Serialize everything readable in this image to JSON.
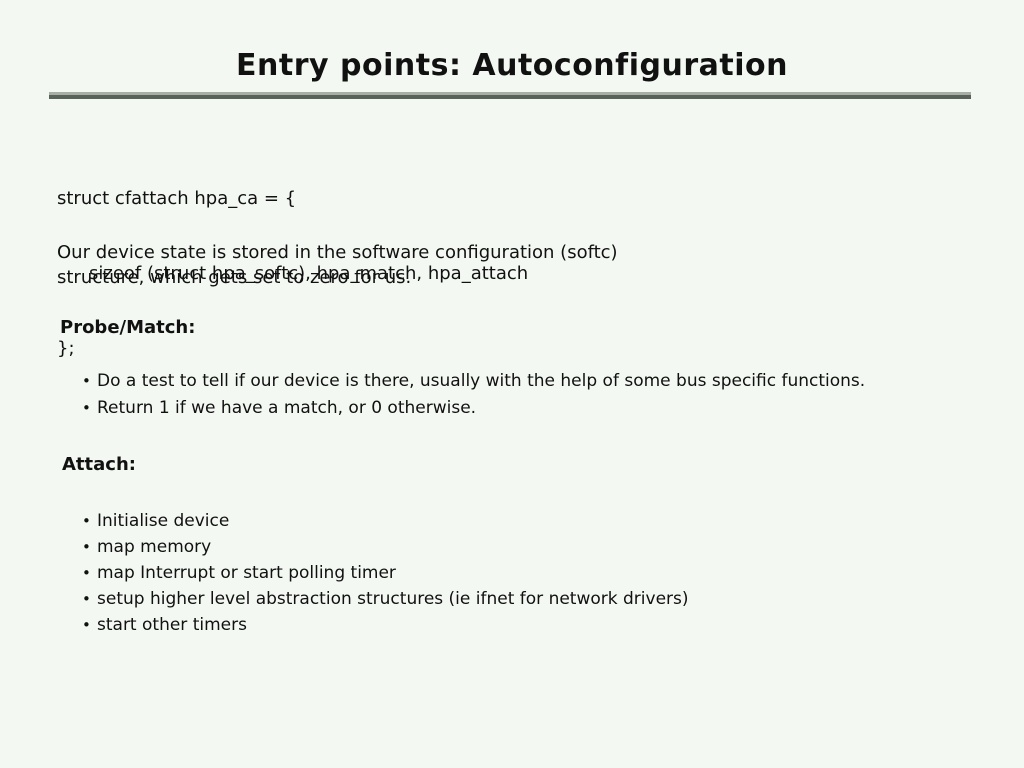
{
  "slide": {
    "title": "Entry points: Autoconfiguration",
    "code": {
      "line1": "struct cfattach hpa_ca = {",
      "line2": "sizeof (struct hpa_softc), hpa_match, hpa_attach",
      "line3": "};"
    },
    "paragraph": {
      "line1": "Our device state is stored in the software configuration (softc)",
      "line2": "structure, which gets set to zero for us."
    },
    "bullet_glyph": "•",
    "sections": [
      {
        "heading": "Probe/Match:",
        "bullets": [
          "Do a test to tell if our device is there, usually with the help of some bus specific functions.",
          "Return 1 if we have a match, or 0 otherwise."
        ]
      },
      {
        "heading": "Attach:",
        "bullets": [
          "Initialise device",
          "map memory",
          "map Interrupt or start polling timer",
          "setup higher level abstraction structures (ie ifnet for network drivers)",
          "start other timers"
        ]
      }
    ],
    "colors": {
      "background": "#f3f8f2",
      "text": "#111111",
      "rule_top": "#a6aea6",
      "rule_bottom": "#58625a"
    }
  }
}
